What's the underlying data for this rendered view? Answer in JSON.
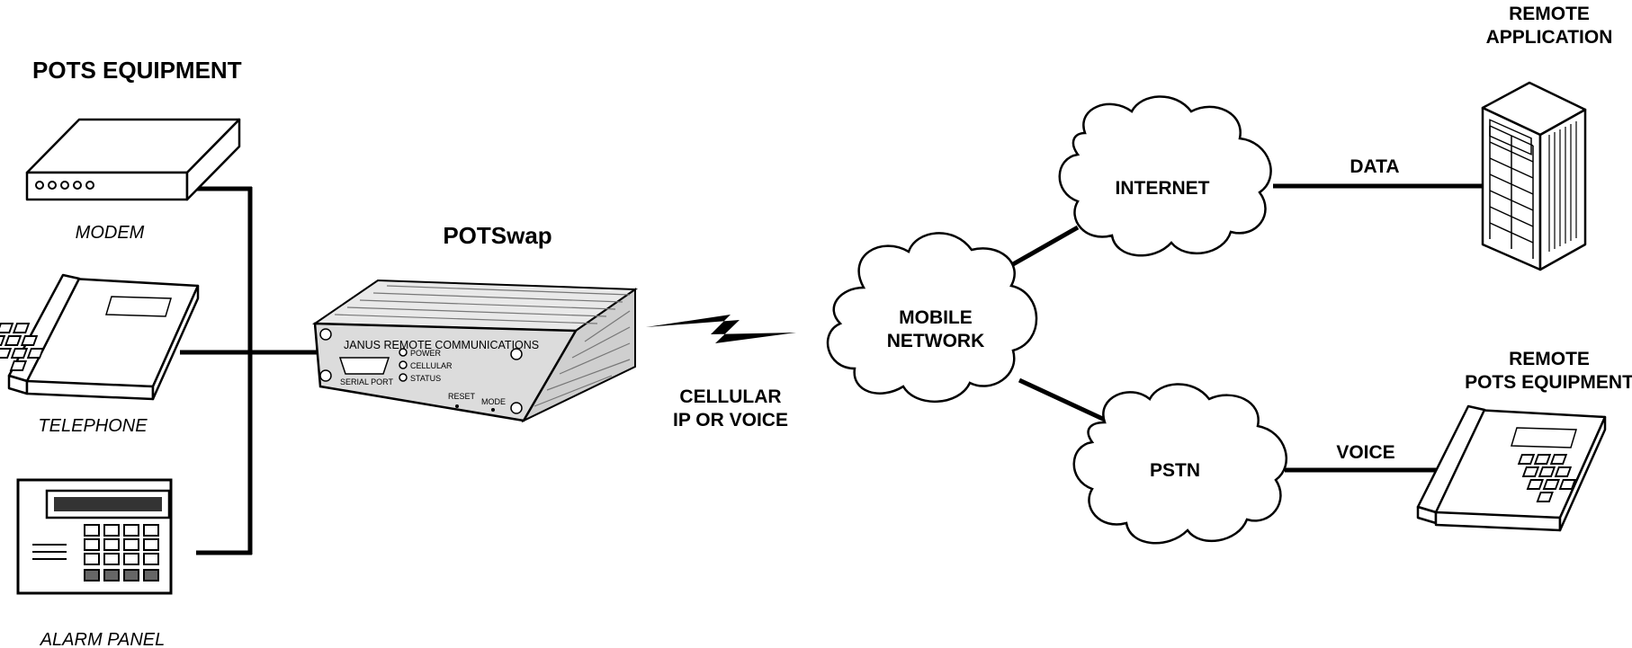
{
  "left_group": {
    "title": "POTS EQUIPMENT",
    "modem": "MODEM",
    "telephone": "TELEPHONE",
    "alarm_panel": "ALARM PANEL"
  },
  "device": {
    "title": "POTSwap",
    "front_label": "JANUS REMOTE COMMUNICATIONS",
    "led_power": "POWER",
    "led_cellular": "CELLULAR",
    "led_status": "STATUS",
    "serial_port": "SERIAL PORT",
    "reset": "RESET",
    "mode": "MODE"
  },
  "link": {
    "line1": "CELLULAR",
    "line2": "IP OR VOICE"
  },
  "clouds": {
    "mobile_line1": "MOBILE",
    "mobile_line2": "NETWORK",
    "internet": "INTERNET",
    "pstn": "PSTN"
  },
  "connections": {
    "data": "DATA",
    "voice": "VOICE"
  },
  "remote_app": {
    "line1": "REMOTE",
    "line2": "APPLICATION"
  },
  "remote_pots": {
    "line1": "REMOTE",
    "line2": "POTS EQUIPMENT"
  },
  "colors": {
    "ink": "#000000",
    "background": "#ffffff",
    "device_body": "#d9d9d9"
  }
}
